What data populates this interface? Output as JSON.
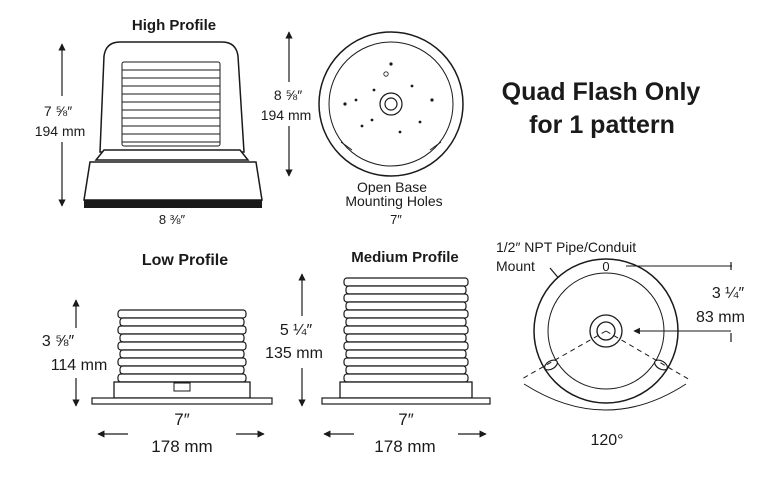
{
  "headline": {
    "line1": "Quad Flash Only",
    "line2": "for 1 pattern"
  },
  "high_profile": {
    "title": "High Profile",
    "height_in": "7 ⅝″",
    "height_mm": "194 mm",
    "width_in": "8 ⅜″"
  },
  "open_base": {
    "height_in": "8 ⅝″",
    "height_mm": "194 mm",
    "caption_line1": "Open Base",
    "caption_line2": "Mounting Holes",
    "width_in": "7″"
  },
  "low_profile": {
    "title": "Low Profile",
    "height_in": "3 ⅝″",
    "height_mm": "114 mm",
    "width_in": "7″",
    "width_mm": "178 mm"
  },
  "medium_profile": {
    "title": "Medium Profile",
    "height_in": "5 ¼″",
    "height_mm": "135 mm",
    "width_in": "7″",
    "width_mm": "178 mm"
  },
  "mount": {
    "label_line1": "1/2″ NPT Pipe/Conduit",
    "label_line2": "Mount",
    "zero_mark": "0",
    "offset_in": "3 ¼″",
    "offset_mm": "83 mm",
    "angle": "120°"
  }
}
